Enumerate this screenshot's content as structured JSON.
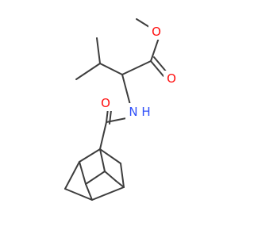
{
  "molecule": {
    "atoms": [
      {
        "id": "O1",
        "label": "O",
        "color": "#ff0d0d"
      },
      {
        "id": "O2",
        "label": "O",
        "color": "#ff0d0d"
      },
      {
        "id": "N1",
        "label": "N",
        "color": "#3050f8"
      },
      {
        "id": "H1",
        "label": "H",
        "color": "#3050f8"
      },
      {
        "id": "O3",
        "label": "O",
        "color": "#ff0d0d"
      }
    ],
    "bond_color": "#3d3d3d"
  }
}
